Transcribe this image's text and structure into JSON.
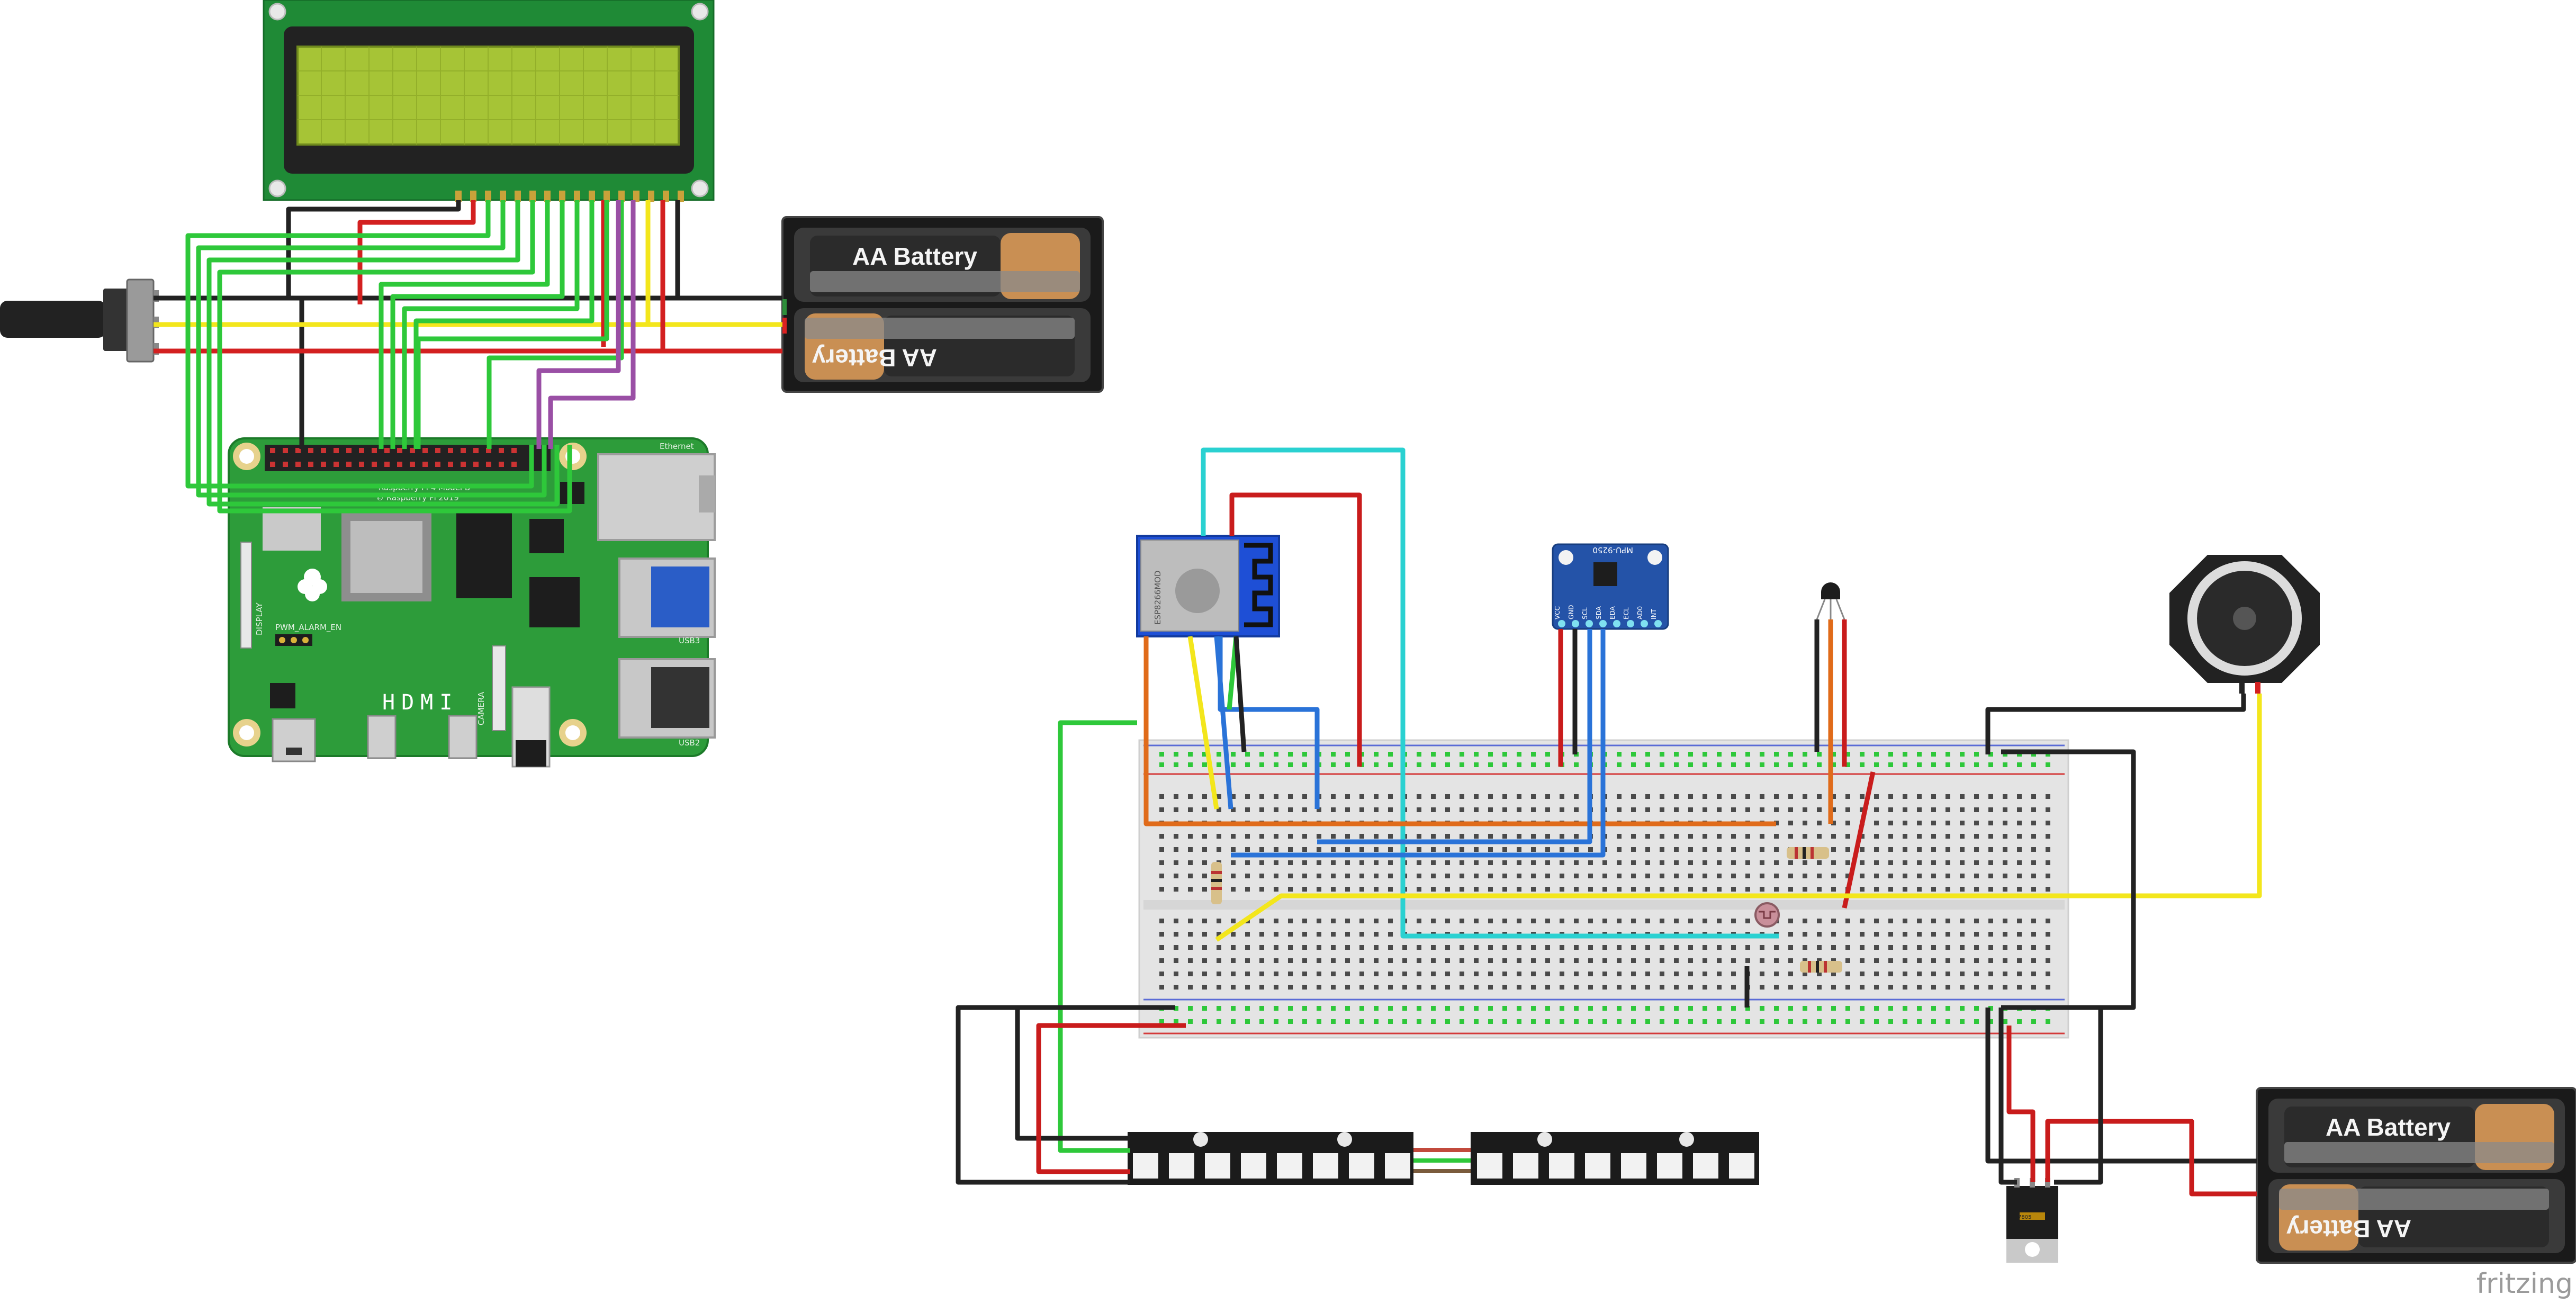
{
  "diagram": {
    "brand": "fritzing",
    "battery_label": "AA Battery",
    "pi_model": "Raspberry Pi 4 Model B",
    "pi_subtitle": "© Raspberry Pi 2019",
    "pi_ethernet": "Ethernet",
    "pi_hdmi": "HDMI",
    "pi_usb3": "USB3",
    "pi_usb2": "USB2",
    "pi_pwm": "PWM_ALARM_EN",
    "pi_display": "DISPLAY",
    "pi_camera": "CAMERA",
    "esp_label": "ESP8266MOD",
    "imu_label": "MPU-9250",
    "imu_pins": [
      "VCC",
      "GND",
      "SCL",
      "SDA",
      "EDA",
      "ECL",
      "AD0",
      "INT"
    ],
    "regulator_label": "7805"
  }
}
